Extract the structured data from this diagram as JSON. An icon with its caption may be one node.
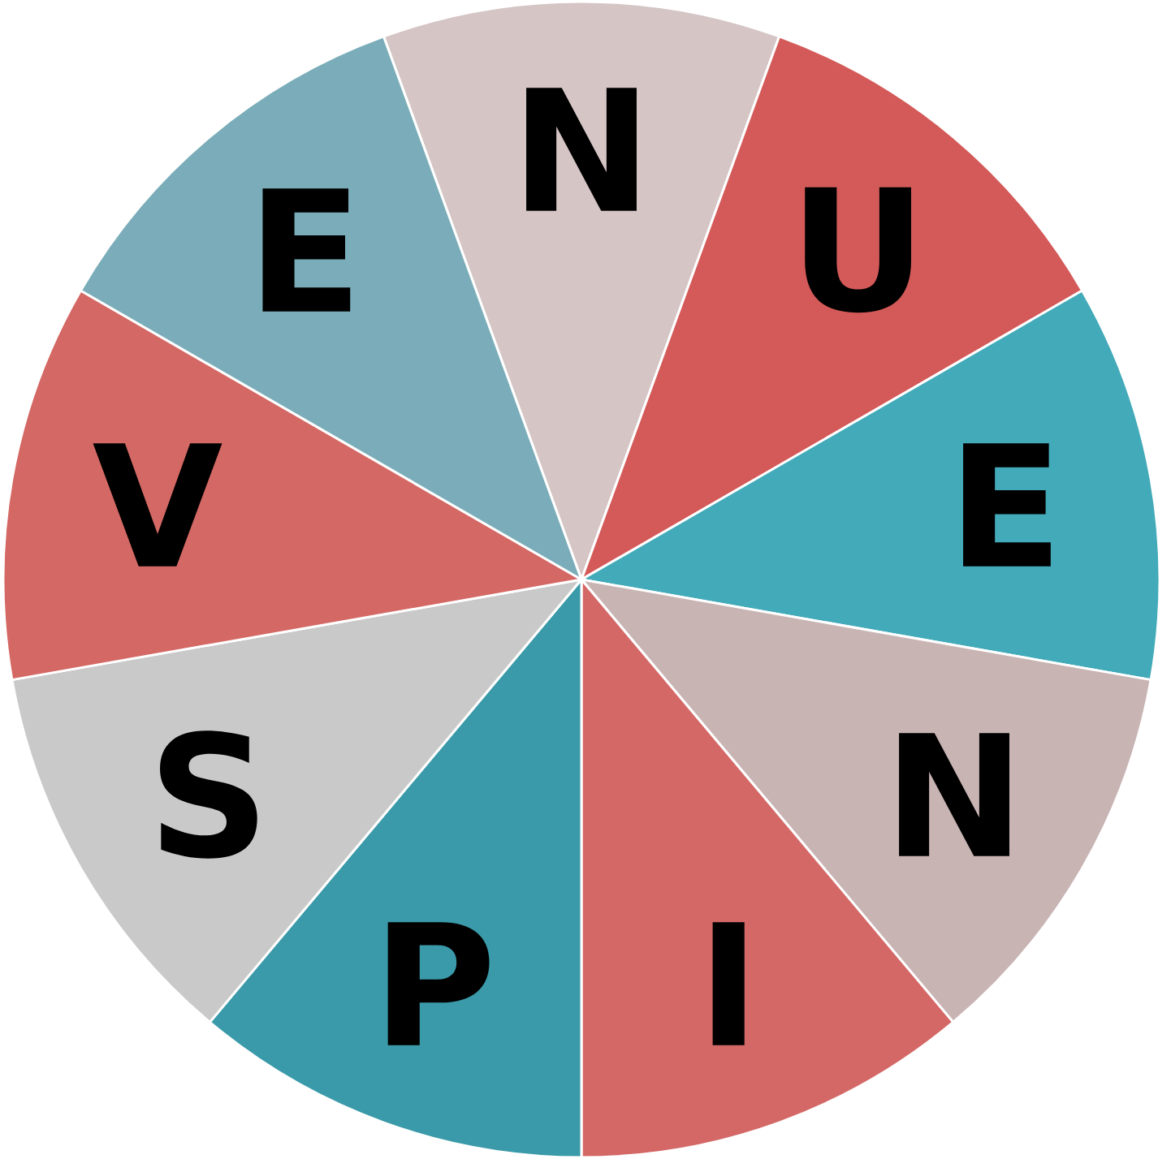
{
  "diagram": {
    "nodes": [
      {
        "text": [
          "N"
        ]
      },
      {
        "text": [
          "U"
        ]
      },
      {
        "text": [
          "E"
        ]
      },
      {
        "text": [
          "N"
        ]
      },
      {
        "text": [
          "I"
        ]
      },
      {
        "text": [
          "P"
        ]
      },
      {
        "text": [
          "S"
        ]
      },
      {
        "text": [
          "V"
        ]
      },
      {
        "text": [
          "E"
        ]
      }
    ]
  }
}
